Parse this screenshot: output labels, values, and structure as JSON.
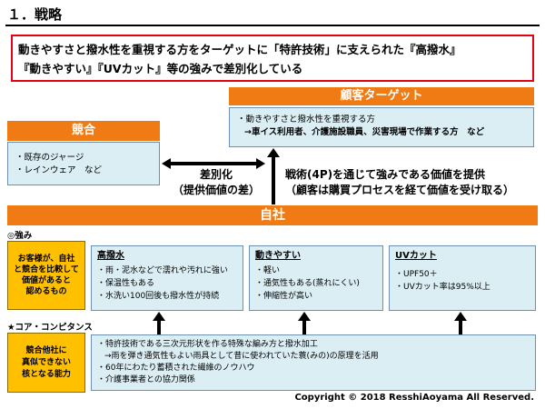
{
  "title": "１．戦略",
  "headline": {
    "line1": "動きやすさと撥水性を重視する方をターゲットに「特許技術」に支えられた『高撥水』",
    "line2": "『動きやすい』『UVカット』等の強みで差別化している"
  },
  "customer_target": {
    "label": "顧客ターゲット",
    "line1": "・動きやすさと撥水性を重視する方",
    "line2": "→車イス利用者、介護施設職員、災害現場で作業する方　など"
  },
  "competition": {
    "label": "競合",
    "items": [
      "・既存のジャージ",
      "・レインウェア　など"
    ]
  },
  "differentiation": {
    "line1": "差別化",
    "line2": "（提供価値の差）"
  },
  "value_delivery": {
    "line1": "戦術(4P)を通じて強みである価値を提供",
    "line2": "（顧客は購買プロセスを経て価値を受け取る）"
  },
  "company": {
    "label": "自社"
  },
  "strengths": {
    "section_label": "◎強み",
    "explainer": [
      "お客様が、自社",
      "と競合を比較して",
      "価値があると",
      "認めるもの"
    ],
    "boxes": [
      {
        "heading": "高撥水",
        "items": [
          "・雨・泥水などで濡れや汚れに強い",
          "・保温性もある",
          "・水洗い100回後も撥水性が持続"
        ]
      },
      {
        "heading": "動きやすい",
        "items": [
          "・軽い",
          "・通気性もある(蒸れにくい)",
          "・伸縮性が高い"
        ]
      },
      {
        "heading": "UVカット",
        "items": [
          "・UPF50＋",
          "・UVカット率は95%以上"
        ]
      }
    ]
  },
  "core_competence": {
    "section_label": "★コア・コンピタンス",
    "explainer": [
      "競合他社に",
      "真似できない",
      "核となる能力"
    ],
    "items": [
      "・特許技術である三次元形状を作る特殊な編み方と撥水加工",
      "→雨を弾き通気性もよい雨具として昔に使われていた蓑(みの)の原理を活用",
      "・60年にわたり蓄積された繊維のノウハウ",
      "・介護事業者との協力関係"
    ]
  },
  "copyright": "Copyright ©  2018  ResshiAoyama  All  Reserved."
}
